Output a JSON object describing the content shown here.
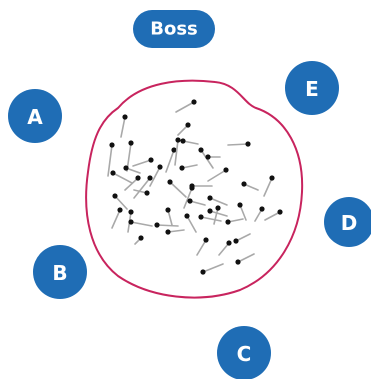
{
  "colors": {
    "node_fill": "#1f6db5",
    "node_text": "#ffffff",
    "boundary": "#c8245e",
    "stick_shaft": "#a9a9a9",
    "stick_head": "#111111",
    "background": "#ffffff"
  },
  "boss": {
    "label": "Boss"
  },
  "nodes": [
    {
      "id": "A",
      "label": "A"
    },
    {
      "id": "B",
      "label": "B"
    },
    {
      "id": "C",
      "label": "C"
    },
    {
      "id": "D",
      "label": "D"
    },
    {
      "id": "E",
      "label": "E"
    }
  ]
}
